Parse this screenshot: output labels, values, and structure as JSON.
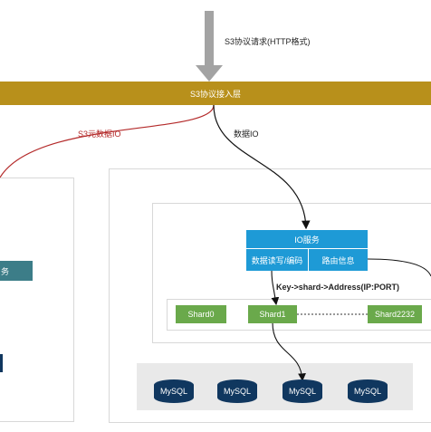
{
  "request_label": "S3协议请求(HTTP格式)",
  "access_layer_label": "S3协议接入层",
  "meta_io_label": "S3元数据IO",
  "data_io_label": "数据IO",
  "left_service_label": "务",
  "io_service": {
    "title": "IO服务",
    "left_cell": "数据读写/编码",
    "right_cell": "路由信息"
  },
  "mapping_label": "Key->shard->Address(IP:PORT)",
  "shards": [
    "Shard0",
    "Shard1",
    "Shard2232"
  ],
  "mysql_nodes": [
    "MySQL",
    "MySQL",
    "MySQL",
    "MySQL"
  ],
  "colors": {
    "access_bar": "#b8901b",
    "io_service": "#1e9ad6",
    "shard": "#6aa94b",
    "mysql": "#10375f",
    "meta_line": "#b42a2a",
    "left_service": "#3c7d88"
  }
}
